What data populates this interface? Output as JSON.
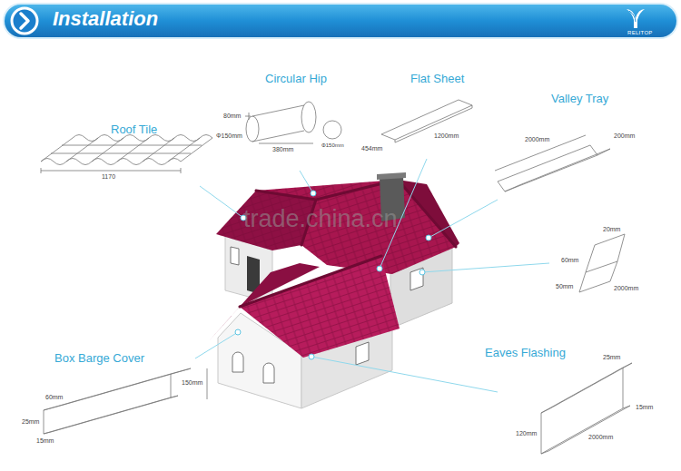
{
  "diagram": {
    "title": "Installation",
    "labels": [
      "RELITOP",
      "Roof Tile",
      "1170",
      "Circular Hip",
      "80mm",
      "Φ150mm",
      "380mm",
      "Φ150mm",
      "Flat Sheet",
      "454mm",
      "1200mm",
      "Valley Tray",
      "2000mm",
      "200mm",
      "20mm",
      "60mm",
      "50mm",
      "2000mm",
      "Box Barge Cover",
      "150mm",
      "60mm",
      "25mm",
      "15mm",
      "Eaves Flashing",
      "25mm",
      "15mm",
      "120mm",
      "2000mm",
      "trade.china.cn"
    ]
  }
}
